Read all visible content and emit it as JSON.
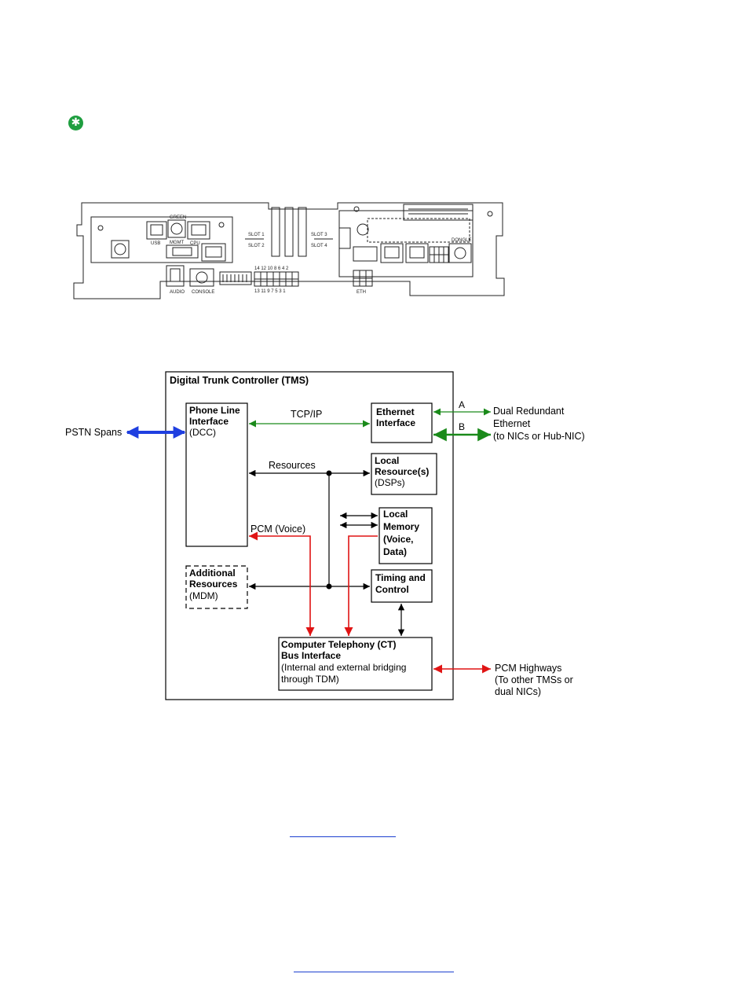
{
  "note": {
    "icon": "note-star-icon",
    "icon_color": "#1e9e3f"
  },
  "panel": {
    "labels": {
      "slot1": "SLOT 1",
      "slot2": "SLOT 2",
      "slot3": "SLOT 3",
      "slot4": "SLOT 4",
      "audio": "AUDIO",
      "console": "CONSOLE",
      "eth": "ETH",
      "usb": "USB",
      "cpu": "CPU",
      "mgmt": "MGMT",
      "green": "GREEN",
      "dongle": "DONGLE",
      "led_top": "14 12 10 8 6 4 2",
      "led_bottom": "13 11 9 7 5 3 1"
    }
  },
  "diagram": {
    "outer_title": "Digital Trunk Controller (TMS)",
    "blocks": {
      "phone_line": {
        "title": [
          "Phone Line",
          "Interface"
        ],
        "sub": [
          "(DCC)"
        ]
      },
      "ethernet": {
        "title": [
          "Ethernet",
          "Interface"
        ],
        "sub": []
      },
      "local_resource": {
        "title": [
          "Local",
          "Resource(s)"
        ],
        "sub": [
          "(DSPs)"
        ]
      },
      "local_memory": {
        "title": [
          "Local",
          "Memory",
          "(Voice,",
          "Data)"
        ],
        "sub": []
      },
      "additional": {
        "title": [
          "Additional",
          "Resources"
        ],
        "sub": [
          "(MDM)"
        ]
      },
      "timing": {
        "title": [
          "Timing and",
          "Control"
        ],
        "sub": []
      },
      "ct_bus": {
        "title": [
          "Computer Telephony (CT)",
          "Bus Interface"
        ],
        "sub": [
          "(Internal and external bridging",
          "through TDM)"
        ]
      }
    },
    "labels": {
      "pstn": "PSTN Spans",
      "tcpip": "TCP/IP",
      "resources": "Resources",
      "pcm_voice": "PCM (Voice)",
      "link_a": "A",
      "link_b": "B",
      "dual_ethernet": [
        "Dual Redundant",
        "Ethernet",
        "(to NICs or Hub-NIC)"
      ],
      "pcm_highways": [
        "PCM Highways",
        "(To other TMSs or",
        "dual NICs)"
      ]
    },
    "colors": {
      "ethernet_link": "#1a8a1a",
      "pcm_link": "#e01414",
      "pstn_link": "#1f3fe0",
      "control_link": "#000000"
    }
  }
}
